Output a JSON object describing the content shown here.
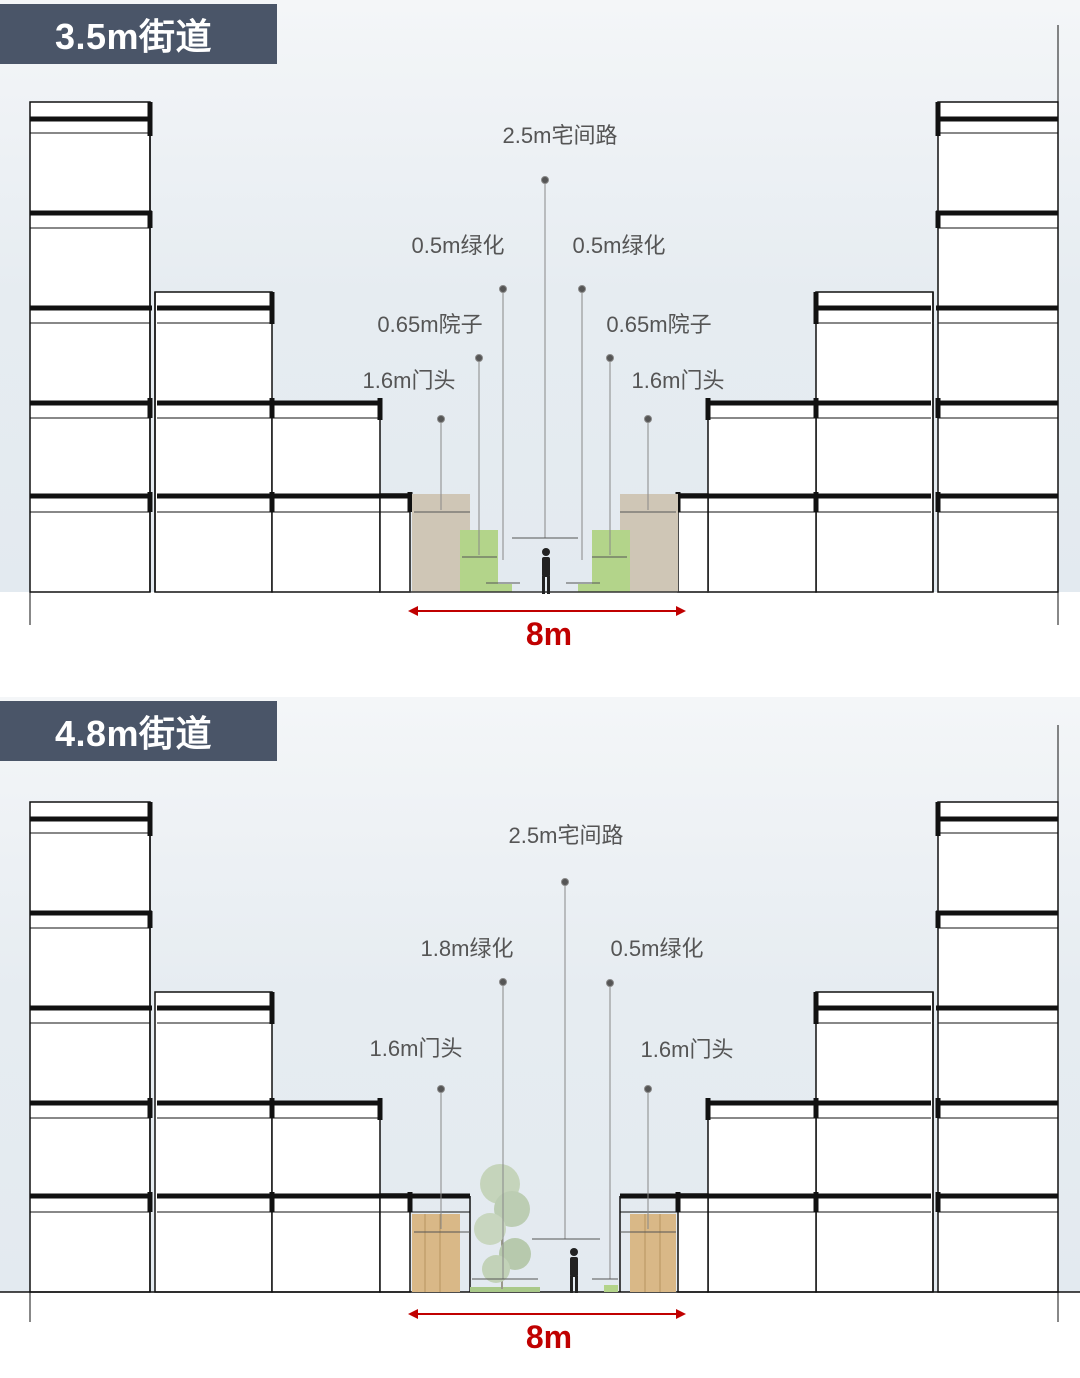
{
  "colors": {
    "title_bg": "#4a5568",
    "sky": "#e8eef3",
    "accent_red": "#c00000",
    "label_text": "#555555",
    "building_line": "#111111",
    "stone": "#cfc6b6",
    "greenery": "#b3d48a",
    "wood": "#d9b887"
  },
  "panels": [
    {
      "title": "3.5m街道",
      "total_width": "8m",
      "labels": [
        {
          "text": "2.5m宅间路"
        },
        {
          "text": "0.5m绿化"
        },
        {
          "text": "0.5m绿化"
        },
        {
          "text": "0.65m院子"
        },
        {
          "text": "0.65m院子"
        },
        {
          "text": "1.6m门头"
        },
        {
          "text": "1.6m门头"
        }
      ]
    },
    {
      "title": "4.8m街道",
      "total_width": "8m",
      "labels": [
        {
          "text": "2.5m宅间路"
        },
        {
          "text": "1.8m绿化"
        },
        {
          "text": "0.5m绿化"
        },
        {
          "text": "1.6m门头"
        },
        {
          "text": "1.6m门头"
        }
      ]
    }
  ]
}
